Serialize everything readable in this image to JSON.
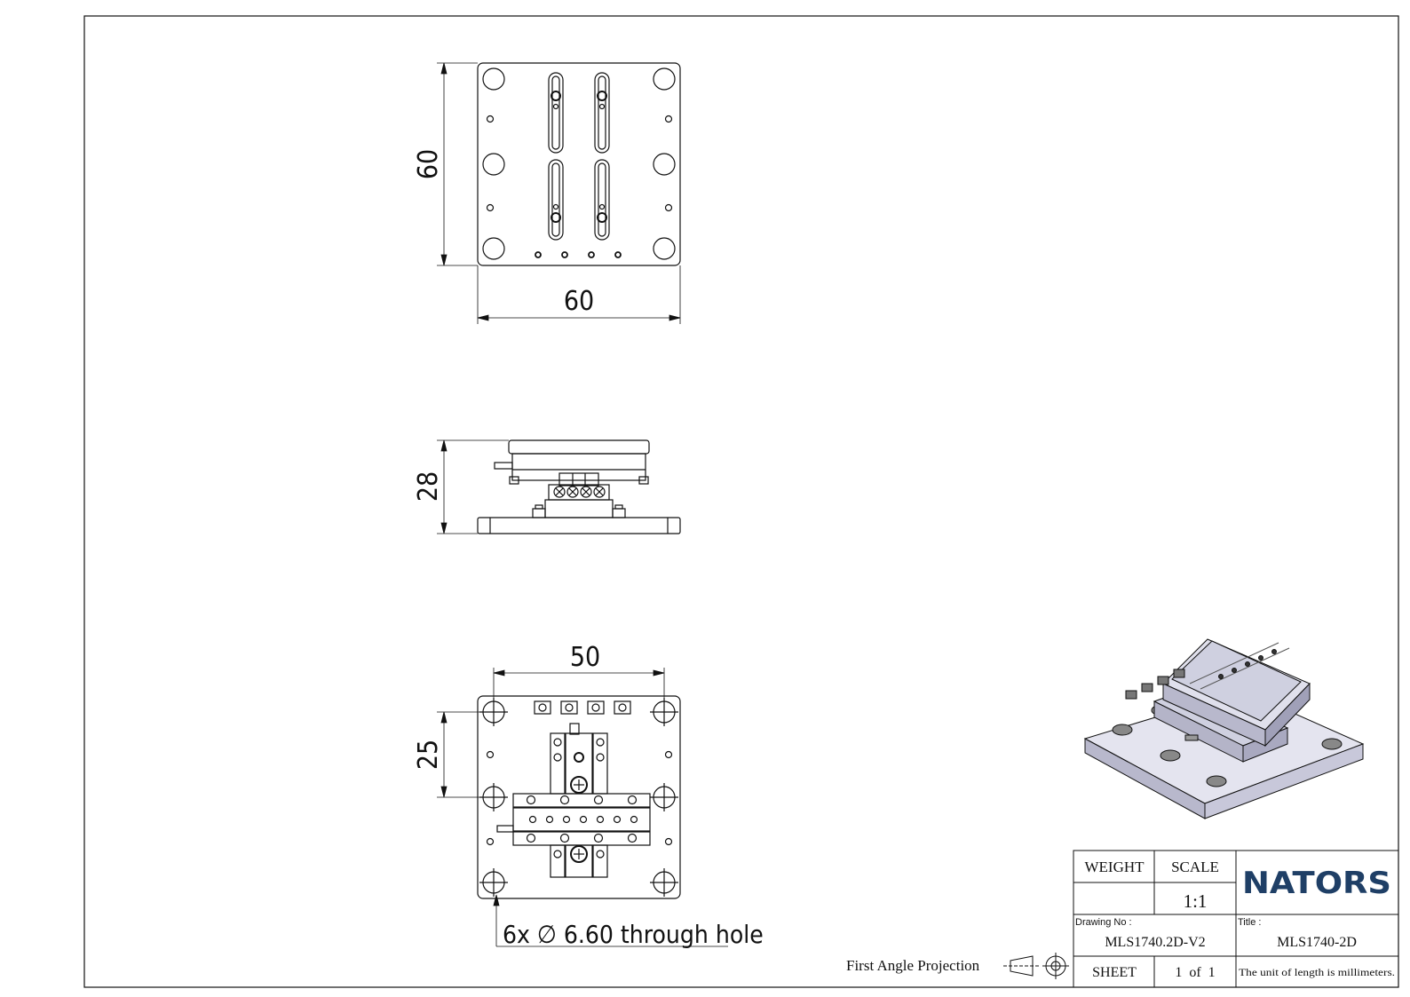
{
  "drawing": {
    "top_view": {
      "height_dim": "60",
      "width_dim": "60"
    },
    "side_view": {
      "height_dim": "28"
    },
    "bottom_view": {
      "width_dim": "50",
      "height_dim": "25",
      "hole_note": "6x ∅ 6.60 through hole"
    }
  },
  "projection": {
    "label": "First Angle Projection"
  },
  "title_block": {
    "weight_label": "WEIGHT",
    "weight_value": "",
    "scale_label": "SCALE",
    "scale_value": "1:1",
    "logo_text": "NATORS",
    "drawing_no_label": "Drawing No :",
    "drawing_no_value": "MLS1740.2D-V2",
    "title_label": "Title :",
    "title_value": "MLS1740-2D",
    "sheet_label": "SHEET",
    "sheet_value": "1  of  1",
    "unit_note": "The unit of length is millimeters."
  },
  "colors": {
    "logo": "#1f3f66",
    "line": "#111111",
    "part_fill": "#d9d9e8"
  }
}
